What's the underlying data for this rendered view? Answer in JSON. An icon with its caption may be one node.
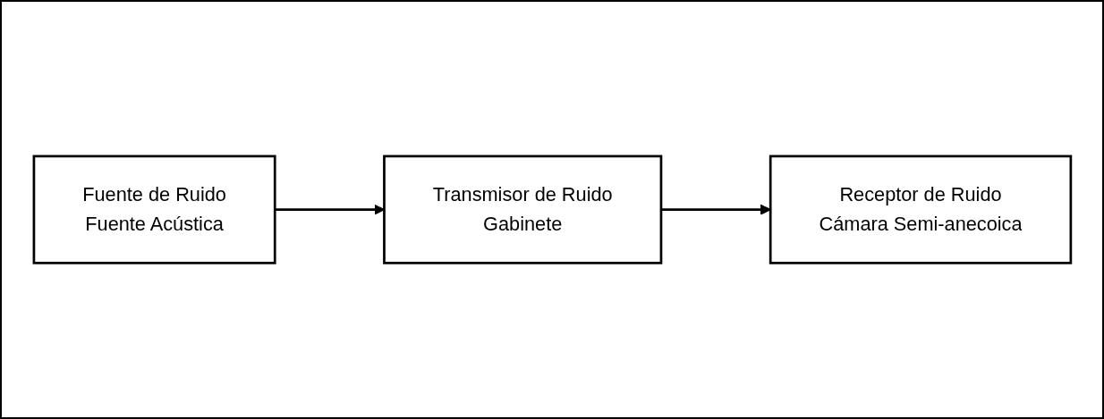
{
  "diagram": {
    "nodes": [
      {
        "text": [
          "Fuente de Ruido",
          "Fuente Acústica"
        ]
      },
      {
        "text": [
          "Transmisor de Ruido",
          "Gabinete"
        ]
      },
      {
        "text": [
          "Receptor de Ruido",
          "Cámara Semi-anecoica"
        ]
      }
    ],
    "edges": [
      {
        "from": 0,
        "to": 1,
        "arrow": "to"
      },
      {
        "from": 1,
        "to": 2,
        "arrow": "to"
      }
    ]
  }
}
